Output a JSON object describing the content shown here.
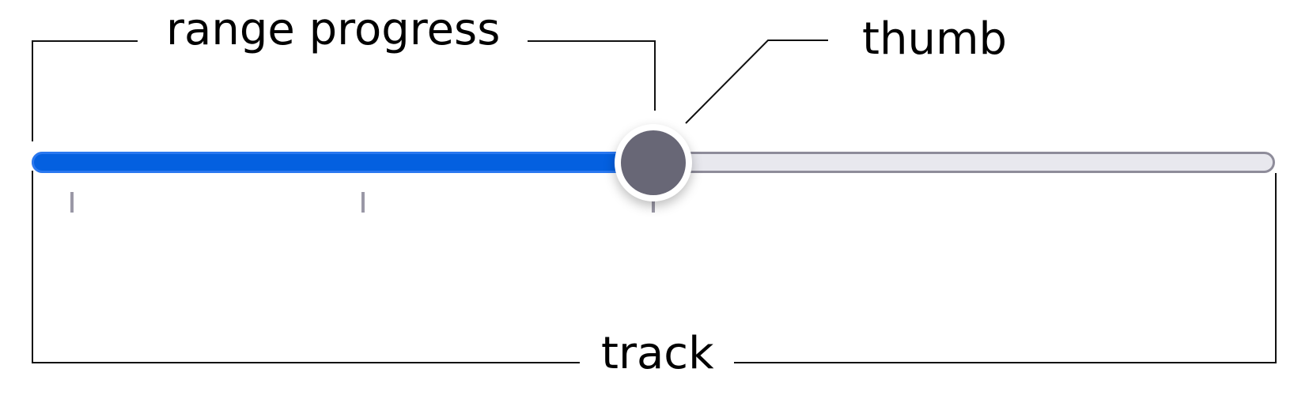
{
  "labels": {
    "range_progress": "range progress",
    "thumb": "thumb",
    "track": "track"
  },
  "slider": {
    "value_fraction": 0.5,
    "tick_count": 3,
    "colors": {
      "progress": "#0460e0",
      "track": "#e8e8ee",
      "track_border": "#8e8c9a",
      "thumb": "#686776"
    }
  }
}
